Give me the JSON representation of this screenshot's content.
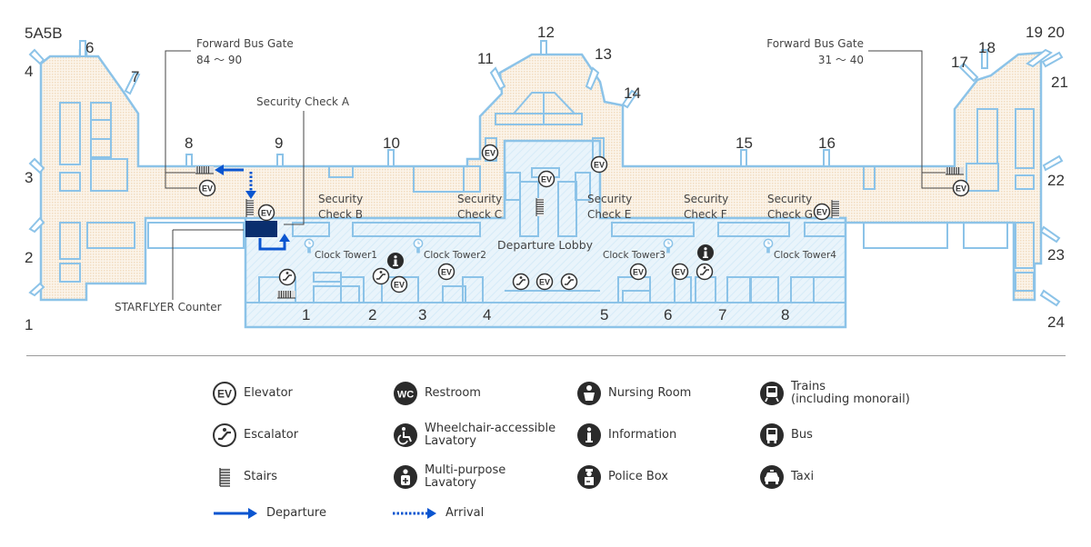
{
  "map": {
    "gates_domestic": [
      {
        "id": "gate-1",
        "label": "1"
      },
      {
        "id": "gate-2",
        "label": "2"
      },
      {
        "id": "gate-3",
        "label": "3"
      },
      {
        "id": "gate-4",
        "label": "4"
      },
      {
        "id": "gate-5a5b",
        "label": "5A5B"
      },
      {
        "id": "gate-6",
        "label": "6"
      },
      {
        "id": "gate-7",
        "label": "7"
      },
      {
        "id": "gate-8",
        "label": "8"
      },
      {
        "id": "gate-9",
        "label": "9"
      },
      {
        "id": "gate-10",
        "label": "10"
      },
      {
        "id": "gate-11",
        "label": "11"
      },
      {
        "id": "gate-12",
        "label": "12"
      },
      {
        "id": "gate-13",
        "label": "13"
      },
      {
        "id": "gate-14",
        "label": "14"
      },
      {
        "id": "gate-15",
        "label": "15"
      },
      {
        "id": "gate-16",
        "label": "16"
      },
      {
        "id": "gate-17",
        "label": "17"
      },
      {
        "id": "gate-18",
        "label": "18"
      },
      {
        "id": "gate-19",
        "label": "19"
      },
      {
        "id": "gate-20",
        "label": "20"
      },
      {
        "id": "gate-21",
        "label": "21"
      },
      {
        "id": "gate-22",
        "label": "22"
      },
      {
        "id": "gate-23",
        "label": "23"
      },
      {
        "id": "gate-24",
        "label": "24"
      }
    ],
    "counter_numbers": [
      "1",
      "2",
      "3",
      "4",
      "5",
      "6",
      "7",
      "8"
    ],
    "bus_gate_left": {
      "title": "Forward Bus Gate",
      "range": "84 〜 90"
    },
    "bus_gate_right": {
      "title": "Forward Bus Gate",
      "range": "31 〜 40"
    },
    "security_checks": [
      {
        "line1": "Security",
        "line2": "Check A"
      },
      {
        "line1": "Security",
        "line2": "Check B"
      },
      {
        "line1": "Security",
        "line2": "Check C"
      },
      {
        "line1": "Security",
        "line2": "Check E"
      },
      {
        "line1": "Security",
        "line2": "Check F"
      },
      {
        "line1": "Security",
        "line2": "Check G"
      }
    ],
    "security_check_a_full": "Security Check A",
    "clock_towers": [
      "Clock Tower1",
      "Clock Tower2",
      "Clock Tower3",
      "Clock Tower4"
    ],
    "departure_lobby": "Departure Lobby",
    "starflyer_counter": "STARFLYER Counter",
    "ev_label": "EV",
    "colors": {
      "outline": "#8cc3e8",
      "airside_fill": "#faf0e2",
      "lobby_fill": "#e6f3fb",
      "counter": "#0a2f6e",
      "route": "#0a55d0",
      "icon_dark": "#2b2b2b"
    }
  },
  "legend": {
    "items": [
      {
        "icon": "elevator-icon",
        "label": "Elevator"
      },
      {
        "icon": "escalator-icon",
        "label": "Escalator"
      },
      {
        "icon": "stairs-icon",
        "label": "Stairs"
      },
      {
        "icon": "departure-arrow-icon",
        "label": "Departure"
      },
      {
        "icon": "restroom-icon",
        "label": "Restroom"
      },
      {
        "icon": "wheelchair-icon",
        "label": "Wheelchair-accessible\nLavatory"
      },
      {
        "icon": "multipurpose-lavatory-icon",
        "label": "Multi-purpose\nLavatory"
      },
      {
        "icon": "arrival-arrow-icon",
        "label": "Arrival"
      },
      {
        "icon": "nursing-room-icon",
        "label": "Nursing Room"
      },
      {
        "icon": "information-icon",
        "label": "Information"
      },
      {
        "icon": "police-box-icon",
        "label": "Police Box"
      },
      {
        "icon": "train-icon",
        "label": "Trains\n (including monorail)"
      },
      {
        "icon": "bus-icon",
        "label": "Bus"
      },
      {
        "icon": "taxi-icon",
        "label": "Taxi"
      }
    ],
    "wc_text": "WC",
    "ev_text": "EV"
  }
}
